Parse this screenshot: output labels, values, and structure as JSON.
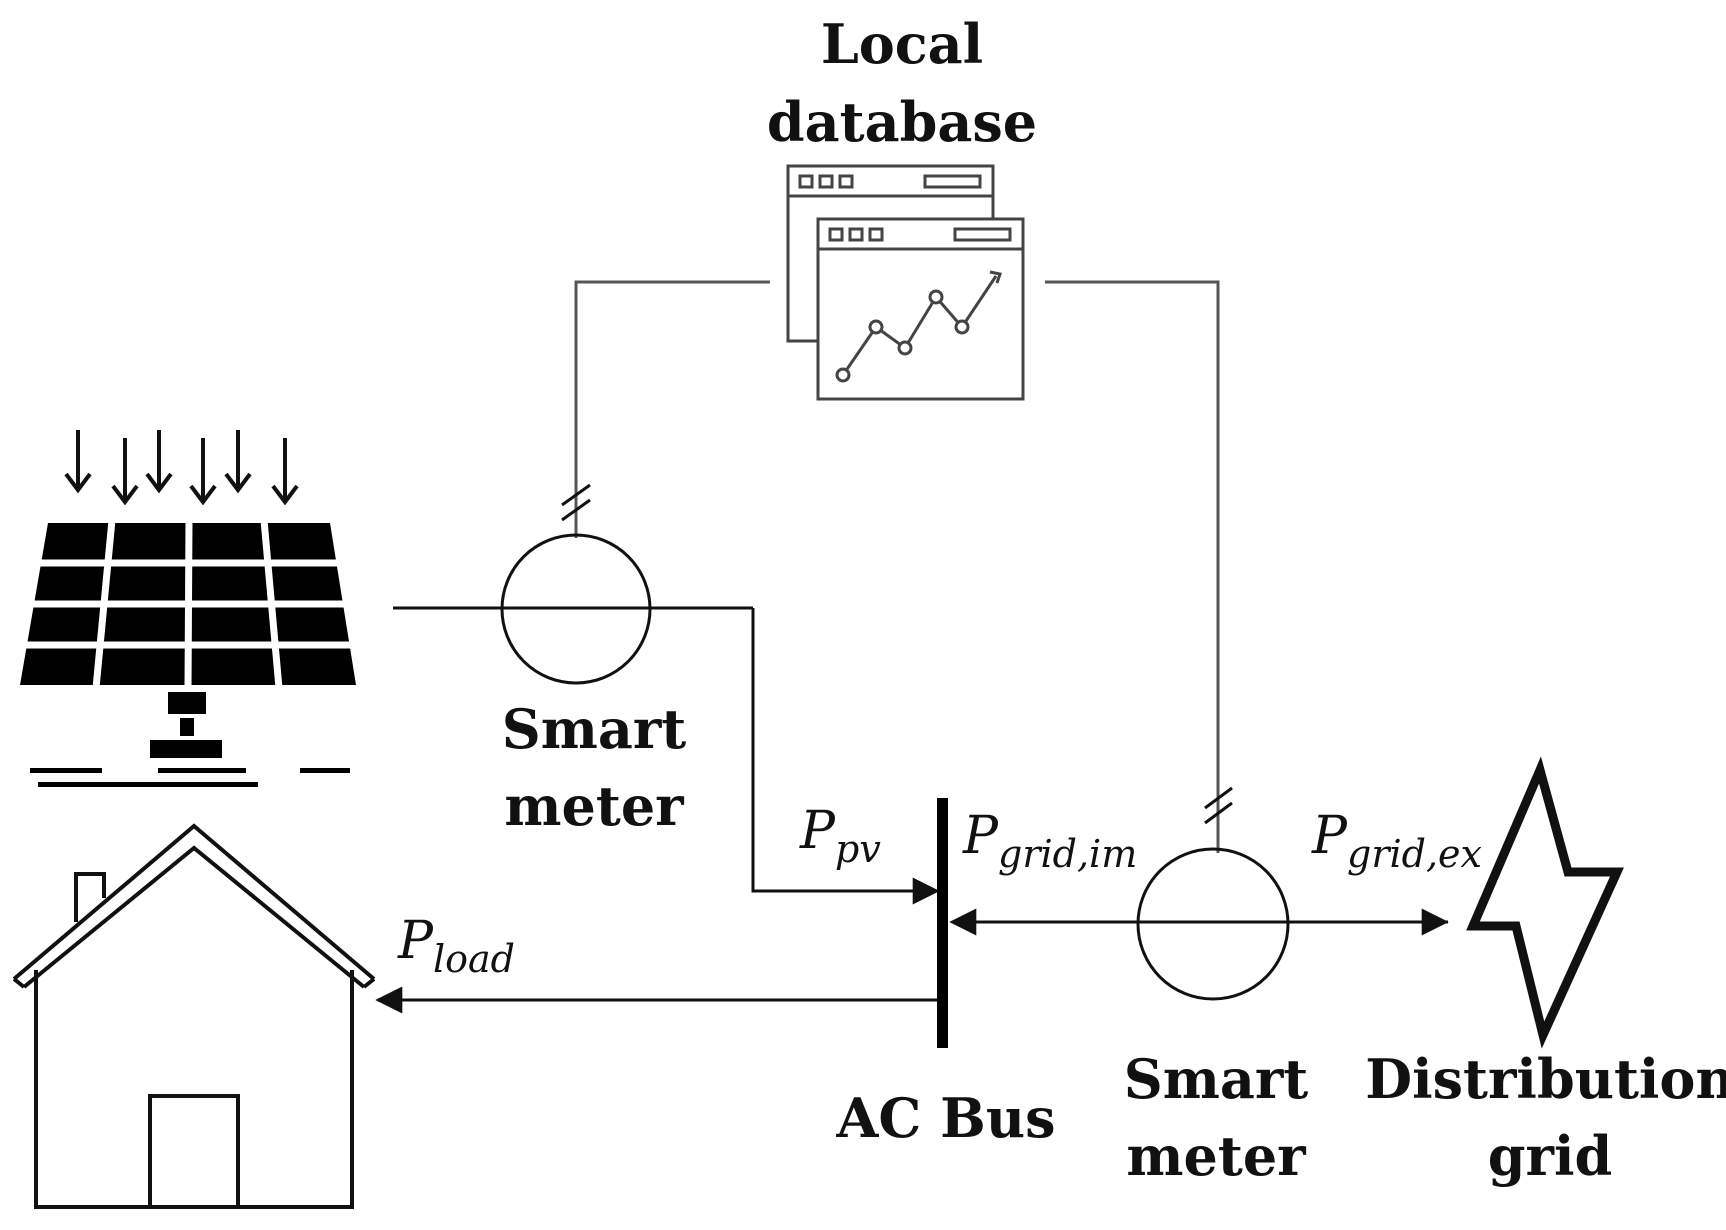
{
  "labels": {
    "database_line1": "Local",
    "database_line2": "database",
    "meter1_line1": "Smart",
    "meter1_line2": "meter",
    "meter2_line1": "Smart",
    "meter2_line2": "meter",
    "bus": "AC Bus",
    "grid_line1": "Distribution",
    "grid_line2": "grid"
  },
  "flows": {
    "pv": {
      "symbol": "P",
      "subscript": "pv"
    },
    "grid_import": {
      "symbol": "P",
      "subscript": "grid,im"
    },
    "grid_export": {
      "symbol": "P",
      "subscript": "grid,ex"
    },
    "load": {
      "symbol": "P",
      "subscript": "load"
    }
  },
  "colors": {
    "power_line": "#111111",
    "comm_line": "#555555"
  }
}
